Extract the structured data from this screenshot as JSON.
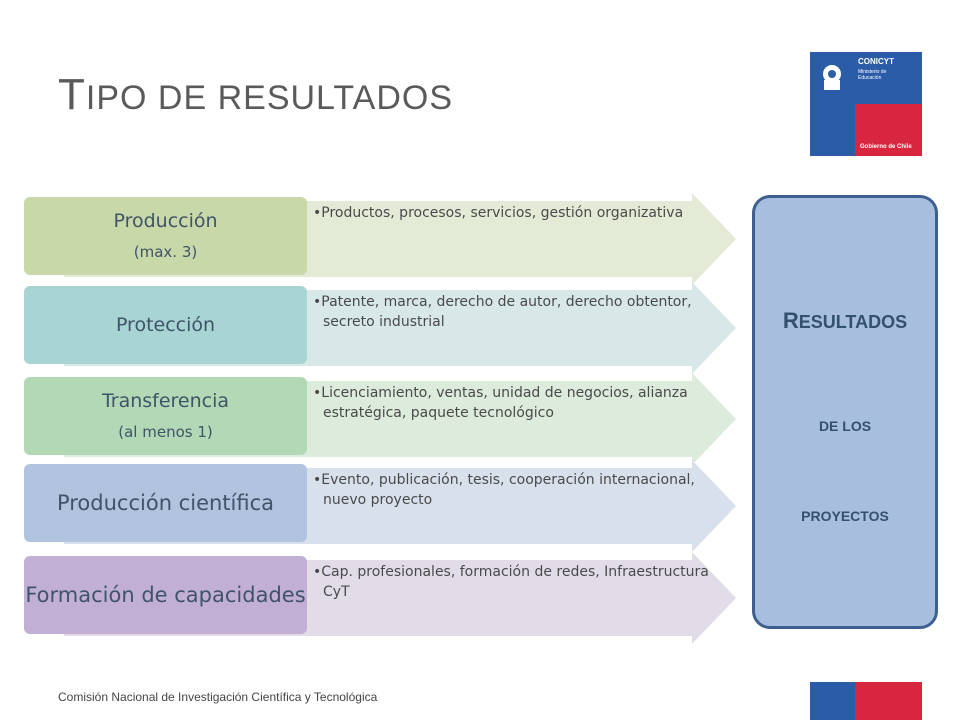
{
  "title": {
    "first": "T",
    "rest": "IPO DE RESULTADOS"
  },
  "logo": {
    "org": "CONICYT",
    "ministry_line1": "Ministerio de",
    "ministry_line2": "Educación",
    "government": "Gobierno de Chile",
    "colors": {
      "blue": "#2a5ca8",
      "red": "#d7263d"
    }
  },
  "rows": [
    {
      "label": "Producción",
      "sublabel": "(max. 3)",
      "bullet": "Productos, procesos, servicios, gestión organizativa",
      "box_color": "#c9d8a8",
      "arrow_color": "#e3ebd7"
    },
    {
      "label": "Protección",
      "sublabel": "",
      "bullet": "Patente, marca, derecho de autor, derecho obtentor, secreto industrial",
      "box_color": "#a8d4d3",
      "arrow_color": "#d8e8e8"
    },
    {
      "label": "Transferencia",
      "sublabel": "(al menos 1)",
      "bullet": "Licenciamiento, ventas, unidad de negocios, alianza estratégica, paquete tecnológico",
      "box_color": "#b3d8b5",
      "arrow_color": "#dcebdc"
    },
    {
      "label": "Producción científica",
      "sublabel": "",
      "bullet": "Evento, publicación, tesis, cooperación internacional, nuevo proyecto",
      "box_color": "#b1c3de",
      "arrow_color": "#d8e0ec"
    },
    {
      "label": "Formación de capacidades",
      "sublabel": "",
      "bullet": "Cap. profesionales, formación de redes, Infraestructura CyT",
      "box_color": "#c2afd5",
      "arrow_color": "#e2dce9"
    }
  ],
  "results": {
    "line1_first": "R",
    "line1_rest": "ESULTADOS",
    "line2": "DE LOS",
    "line3": "PROYECTOS"
  },
  "footer": "Comisión Nacional de Investigación Científica y Tecnológica"
}
